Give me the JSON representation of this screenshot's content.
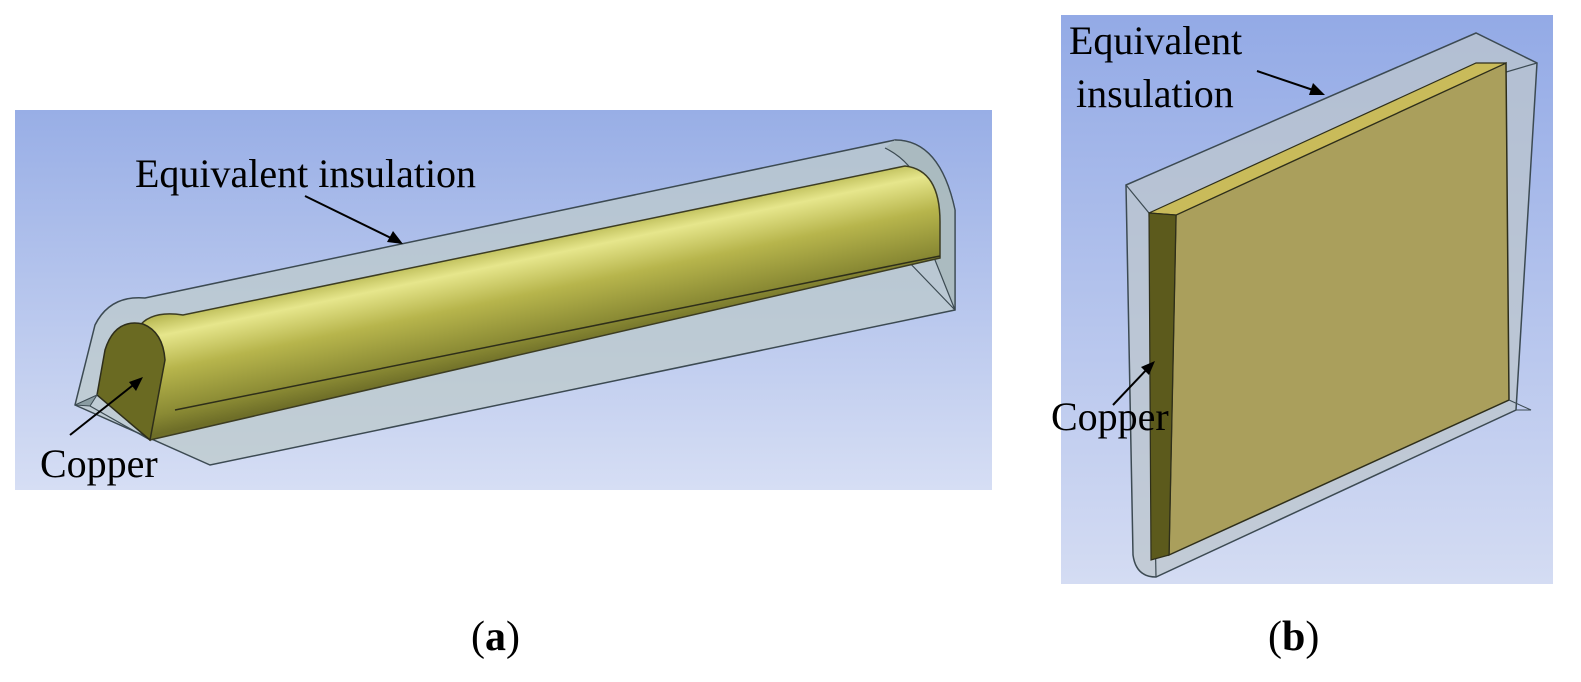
{
  "panel_a": {
    "insulation_label": "Equivalent insulation",
    "copper_label": "Copper",
    "caption_letter": "a"
  },
  "panel_b": {
    "insulation_label_line1": "Equivalent",
    "insulation_label_line2": "insulation",
    "copper_label": "Copper",
    "caption_letter": "b"
  },
  "colors": {
    "background_top": "#98aee6",
    "background_bottom": "#d4dcf3",
    "copper": "#a6a24a",
    "copper_highlight": "#e2e280",
    "insulation": "#b4c3c7"
  }
}
